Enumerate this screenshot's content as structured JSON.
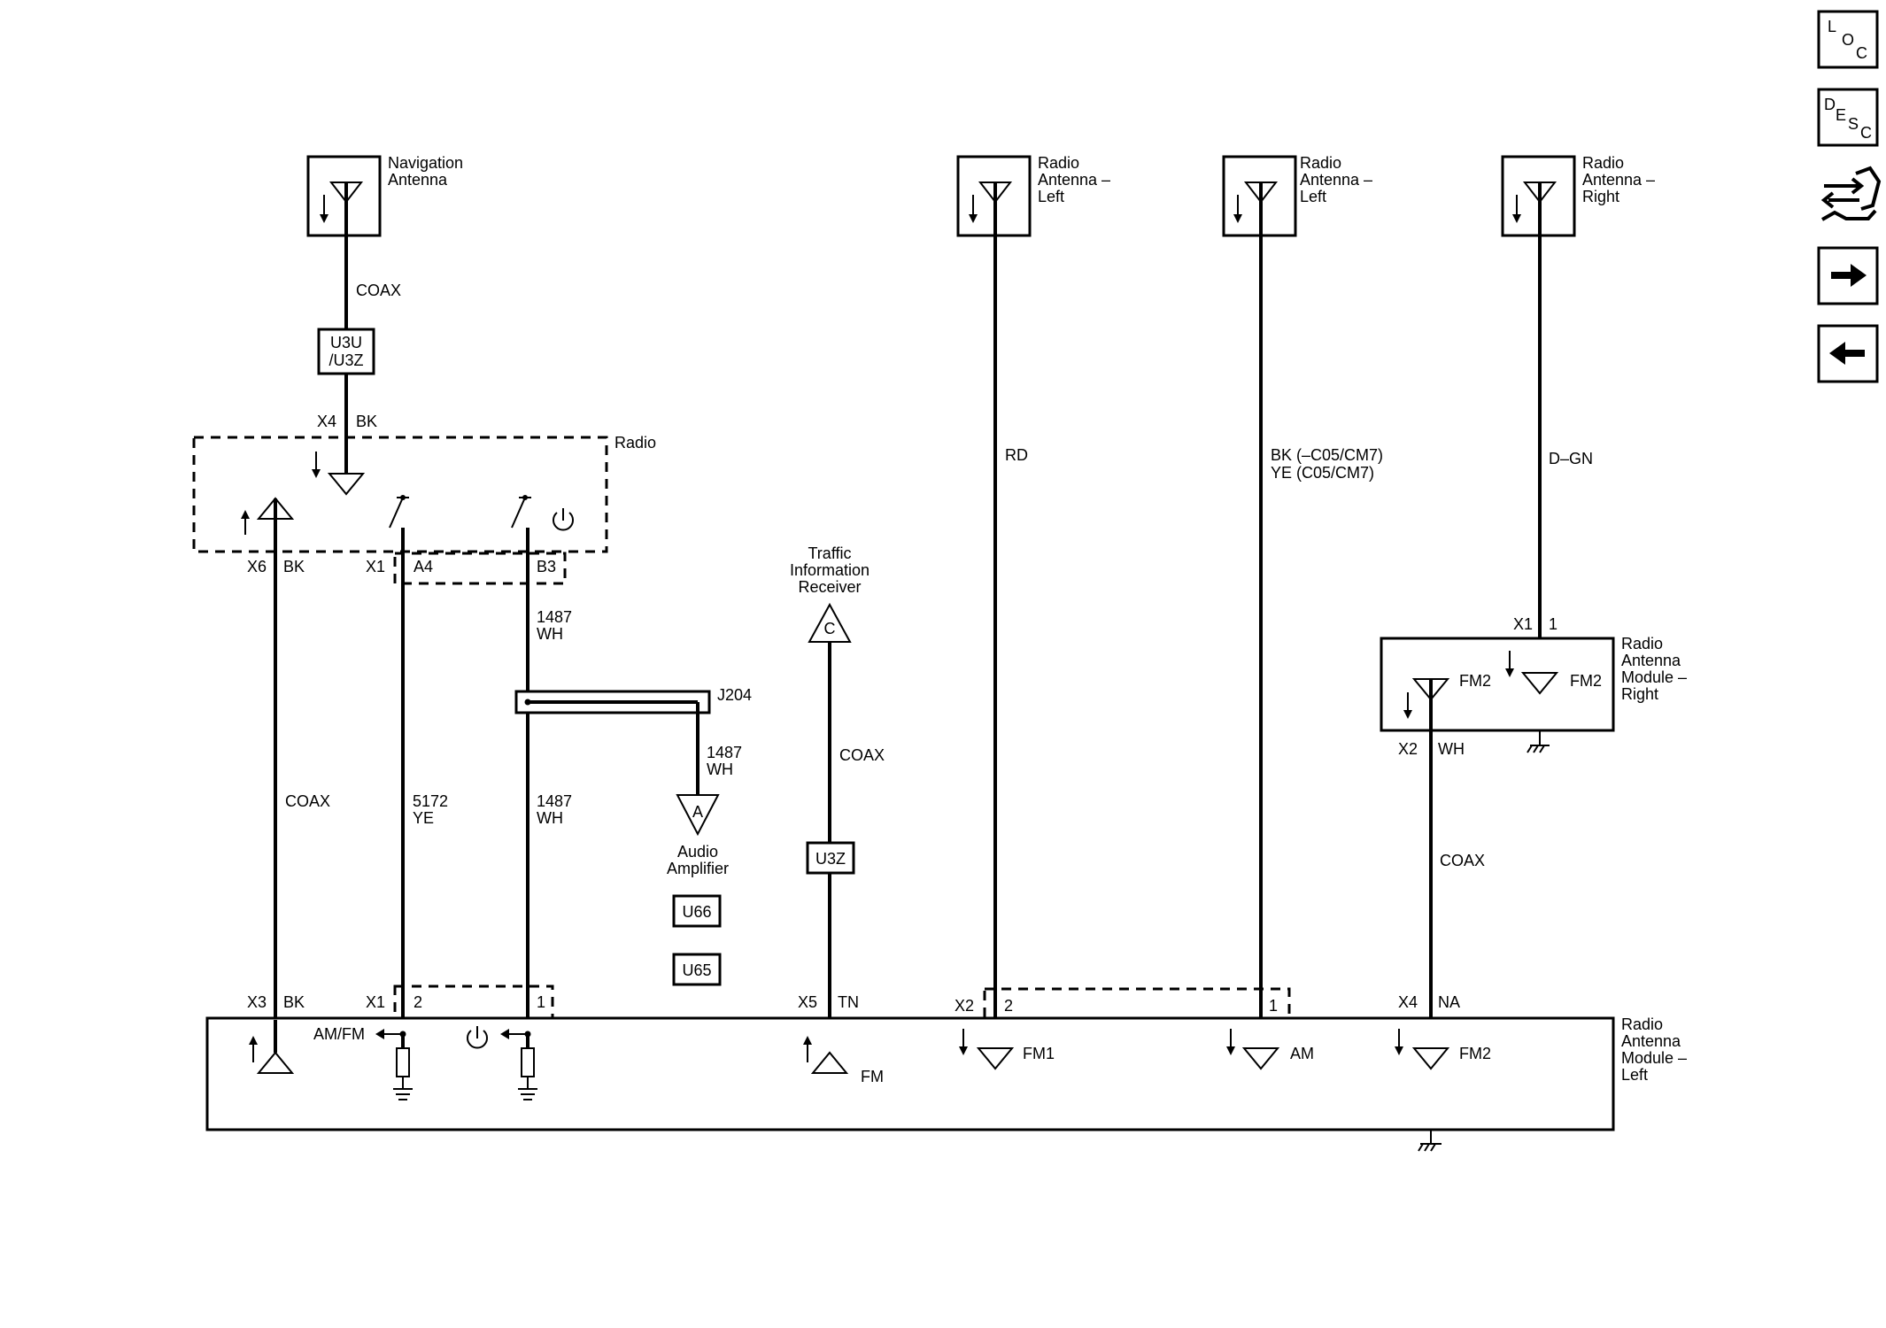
{
  "nav": {
    "loc": [
      "L",
      "O",
      "C"
    ],
    "desc": [
      "D",
      "E",
      "S",
      "C"
    ]
  },
  "antennas": {
    "nav": [
      "Navigation",
      "Antenna"
    ],
    "radio_left_1": [
      "Radio",
      "Antenna –",
      "Left"
    ],
    "radio_left_2": [
      "Radio",
      "Antenna –",
      "Left"
    ],
    "radio_right": [
      "Radio",
      "Antenna –",
      "Right"
    ]
  },
  "wires": {
    "coax": "COAX",
    "rd": "RD",
    "bk_ye": [
      "BK (–C05/CM7)",
      "YE (C05/CM7)"
    ],
    "dgn": "D–GN",
    "w5172": [
      "5172",
      "YE"
    ],
    "w1487": [
      "1487",
      "WH"
    ]
  },
  "option_codes": {
    "u3u_u3z": [
      "U3U",
      "/U3Z"
    ],
    "u3z": "U3Z",
    "u66": "U66",
    "u65": "U65"
  },
  "modules": {
    "radio": "Radio",
    "module_right": [
      "Radio",
      "Antenna",
      "Module –",
      "Right"
    ],
    "module_left": [
      "Radio",
      "Antenna",
      "Module –",
      "Left"
    ],
    "traffic": [
      "Traffic",
      "Information",
      "Receiver"
    ],
    "audio_amp": [
      "Audio",
      "Amplifier"
    ],
    "splice": "J204"
  },
  "connectors": {
    "x4": "X4",
    "x6": "X6",
    "x1": "X1",
    "x3": "X3",
    "x5": "X5",
    "x2": "X2",
    "bk": "BK",
    "a4": "A4",
    "b3": "B3",
    "tn": "TN",
    "na": "NA",
    "wh": "WH",
    "p1": "1",
    "p2": "2"
  },
  "signals": {
    "fm2": "FM2",
    "fm1": "FM1",
    "am": "AM",
    "fm": "FM",
    "amfm": "AM/FM",
    "offpage_c": "C",
    "offpage_a": "A"
  }
}
